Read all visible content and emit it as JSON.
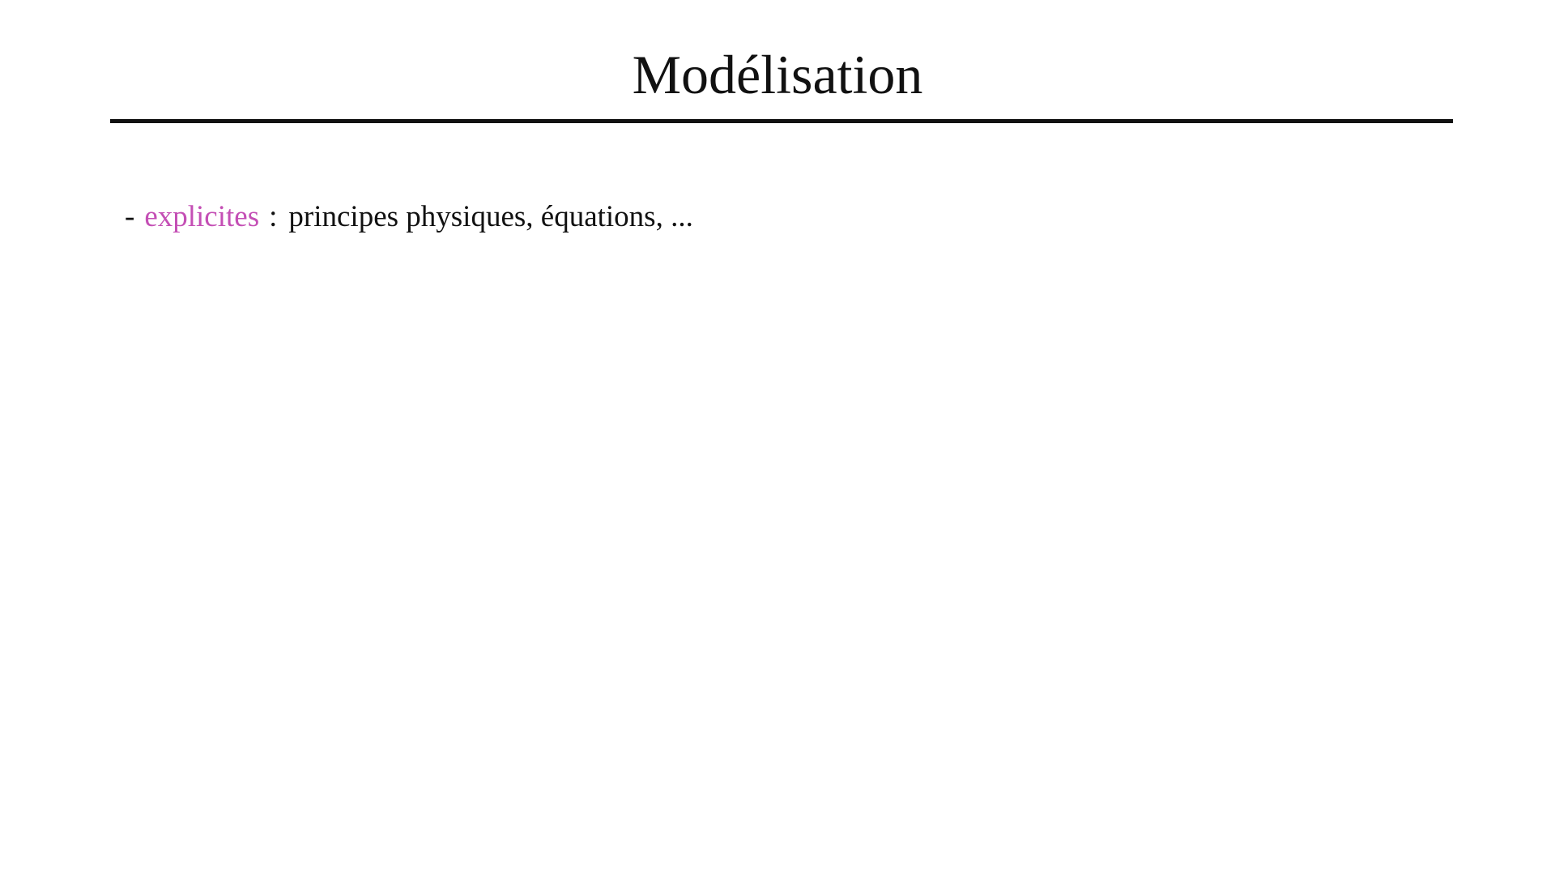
{
  "slide": {
    "title": "Modélisation",
    "bullets": [
      {
        "marker": "-",
        "keyword": "explicites",
        "separator": ":",
        "text": "principes physiques, équations, ..."
      }
    ]
  },
  "colors": {
    "keyword": "#c44fb5",
    "text": "#111111",
    "rule": "#111111",
    "background": "#ffffff"
  }
}
